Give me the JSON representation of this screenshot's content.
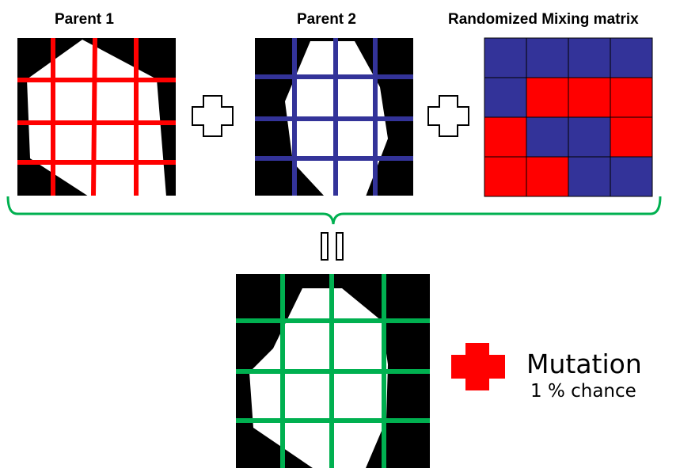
{
  "labels": {
    "parent1": "Parent 1",
    "parent2": "Parent 2",
    "mixing": "Randomized Mixing matrix",
    "mutation": "Mutation",
    "chance": "1 % chance"
  },
  "colors": {
    "parent1_grid": "#ff0000",
    "parent2_grid": "#333399",
    "child_grid": "#00b050",
    "brace": "#00b050",
    "mutation_cross": "#ff0000",
    "mix_red": "#ff0000",
    "mix_blue": "#333399"
  },
  "mixing_matrix": [
    [
      "blue",
      "blue",
      "blue",
      "blue"
    ],
    [
      "blue",
      "red",
      "red",
      "red"
    ],
    [
      "red",
      "blue",
      "blue",
      "red"
    ],
    [
      "red",
      "red",
      "blue",
      "blue"
    ]
  ]
}
